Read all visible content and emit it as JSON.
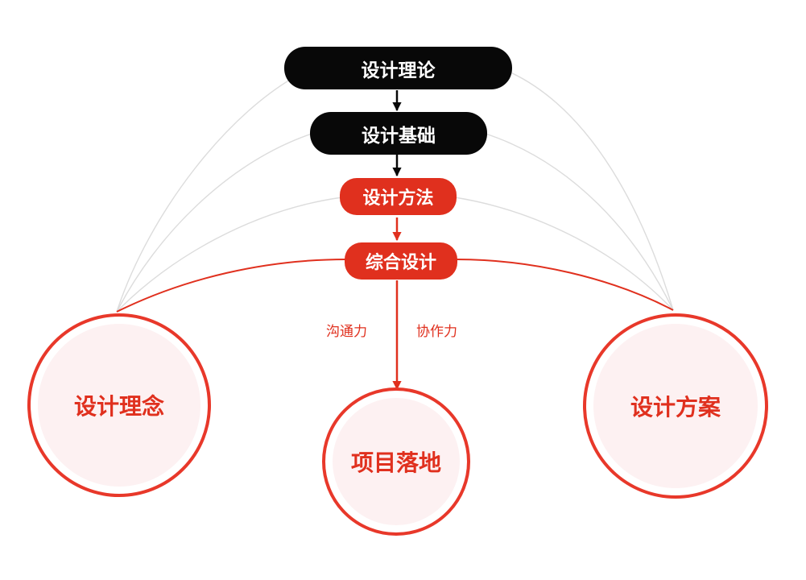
{
  "diagram": {
    "nodes": {
      "theory": "设计理论",
      "basics": "设计基础",
      "method": "设计方法",
      "integrated": "综合设计"
    },
    "edge_labels": {
      "communication": "沟通力",
      "collaboration": "协作力"
    },
    "outcomes": {
      "concept": "设计理念",
      "landing": "项目落地",
      "scheme": "设计方案"
    },
    "colors": {
      "dark": "#080808",
      "accent": "#e0301e",
      "arc_gray": "#dcdcdc",
      "circle_fill": "#fdf1f2"
    }
  }
}
